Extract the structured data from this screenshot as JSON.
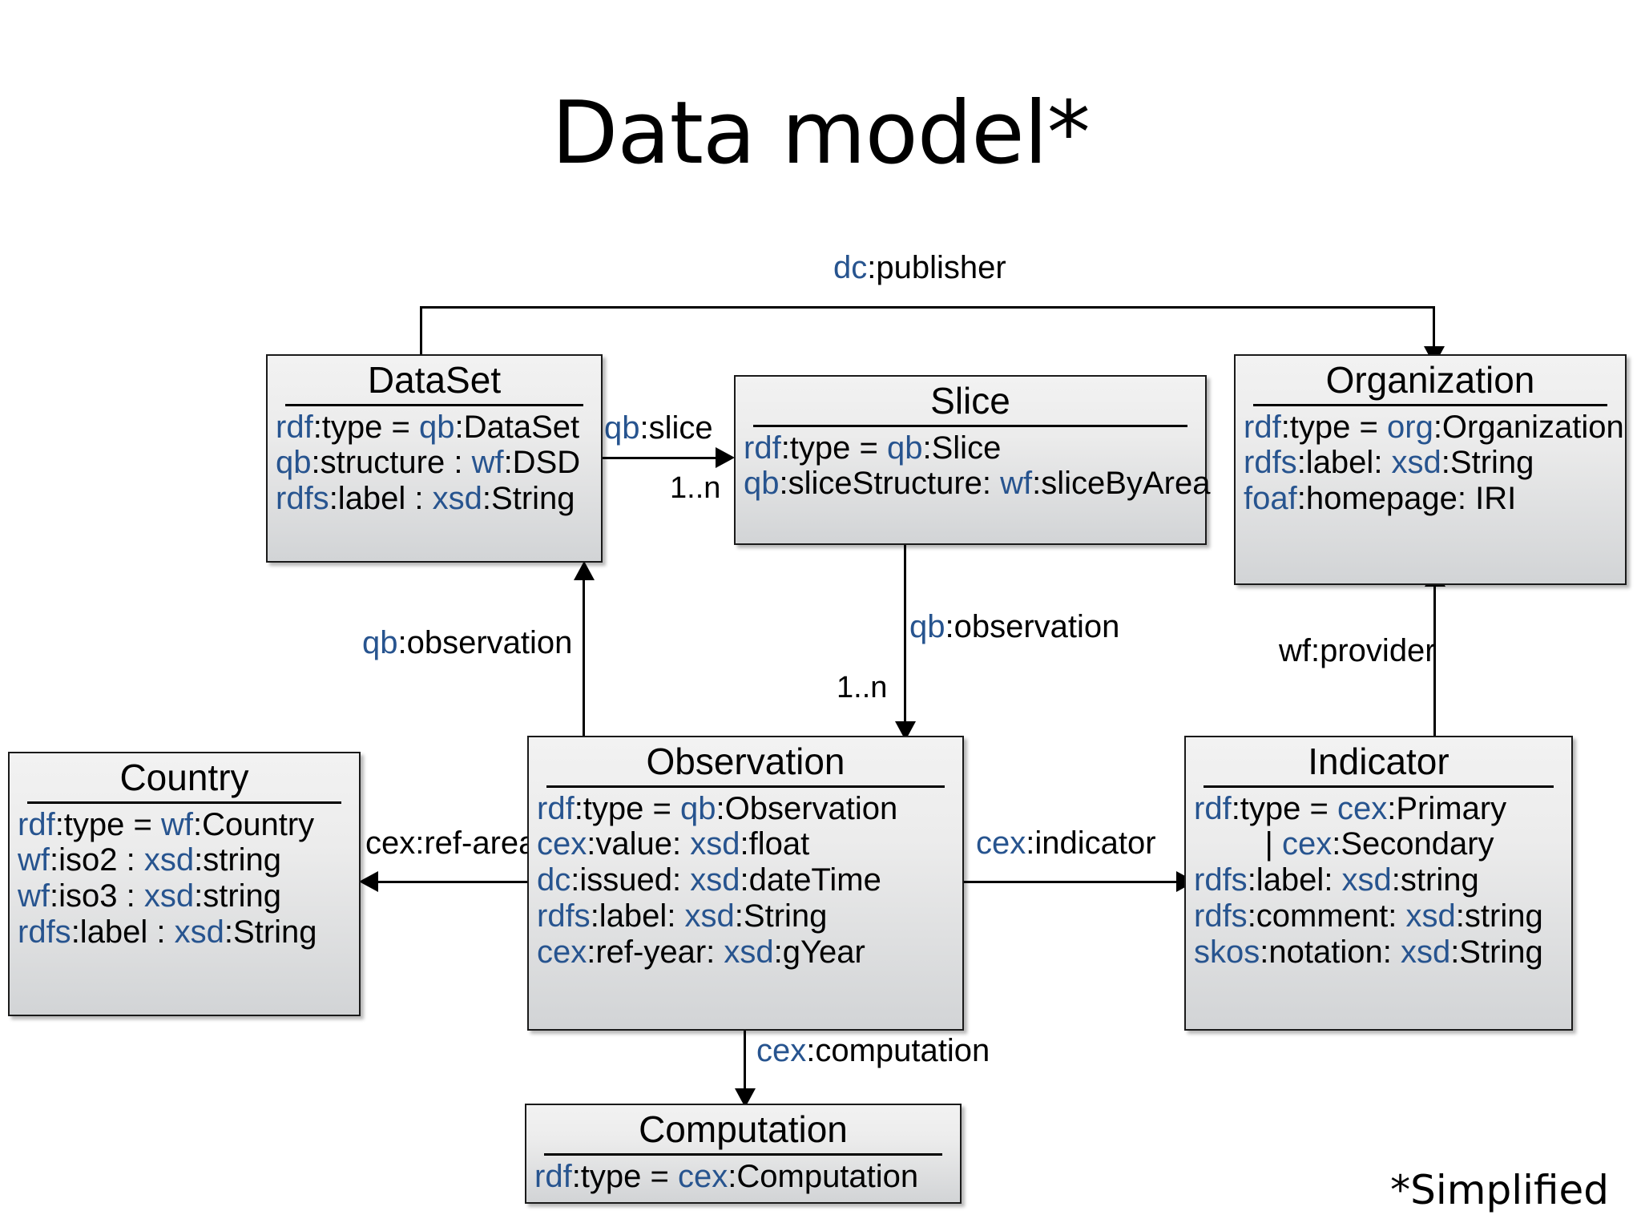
{
  "slide": {
    "title": "Data model*",
    "footnote": "*Simplified"
  },
  "classes": {
    "dataset": {
      "name": "DataSet",
      "attrs": [
        {
          "pfx": "rdf",
          "rest": ":type = ",
          "pfx2": "qb",
          "rest2": ":DataSet",
          "text": "rdf:type = qb:DataSet"
        },
        {
          "pfx": "qb",
          "rest": ":structure : ",
          "pfx2": "wf",
          "rest2": ":DSD",
          "text": "qb:structure : wf:DSD"
        },
        {
          "pfx": "rdfs",
          "rest": ":label : ",
          "pfx2": "xsd",
          "rest2": ":String",
          "text": "rdfs:label : xsd:String"
        }
      ]
    },
    "slice": {
      "name": "Slice",
      "attrs": [
        {
          "pfx": "rdf",
          "rest": ":type = ",
          "pfx2": "qb",
          "rest2": ":Slice",
          "text": "rdf:type = qb:Slice"
        },
        {
          "pfx": "qb",
          "rest": ":sliceStructure: ",
          "pfx2": "wf",
          "rest2": ":sliceByArea",
          "text": "qb:sliceStructure: wf:sliceByArea"
        }
      ]
    },
    "organization": {
      "name": "Organization",
      "attrs": [
        {
          "pfx": "rdf",
          "rest": ":type = ",
          "pfx2": "org",
          "rest2": ":Organization",
          "text": "rdf:type = org:Organization"
        },
        {
          "pfx": "rdfs",
          "rest": ":label: ",
          "pfx2": "xsd",
          "rest2": ":String",
          "text": "rdfs:label: xsd:String"
        },
        {
          "pfx": "foaf",
          "rest": ":homepage: IRI",
          "pfx2": "",
          "rest2": "",
          "text": "foaf:homepage: IRI"
        }
      ]
    },
    "country": {
      "name": "Country",
      "attrs": [
        {
          "pfx": "rdf",
          "rest": ":type = ",
          "pfx2": "wf",
          "rest2": ":Country",
          "text": "rdf:type = wf:Country"
        },
        {
          "pfx": "wf",
          "rest": ":iso2 : ",
          "pfx2": "xsd",
          "rest2": ":string",
          "text": "wf:iso2 : xsd:string"
        },
        {
          "pfx": "wf",
          "rest": ":iso3 : ",
          "pfx2": "xsd",
          "rest2": ":string",
          "text": "wf:iso3 : xsd:string"
        },
        {
          "pfx": "rdfs",
          "rest": ":label : ",
          "pfx2": "xsd",
          "rest2": ":String",
          "text": "rdfs:label : xsd:String"
        }
      ]
    },
    "observation": {
      "name": "Observation",
      "attrs": [
        {
          "pfx": "rdf",
          "rest": ":type = ",
          "pfx2": "qb",
          "rest2": ":Observation",
          "text": "rdf:type = qb:Observation"
        },
        {
          "pfx": "cex",
          "rest": ":value: ",
          "pfx2": "xsd",
          "rest2": ":float",
          "text": "cex:value: xsd:float"
        },
        {
          "pfx": "dc",
          "rest": ":issued: ",
          "pfx2": "xsd",
          "rest2": ":dateTime",
          "text": "dc:issued: xsd:dateTime"
        },
        {
          "pfx": "rdfs",
          "rest": ":label: ",
          "pfx2": "xsd",
          "rest2": ":String",
          "text": "rdfs:label: xsd:String"
        },
        {
          "pfx": "cex",
          "rest": ":ref-year: ",
          "pfx2": "xsd",
          "rest2": ":gYear",
          "text": "cex:ref-year: xsd:gYear"
        }
      ]
    },
    "indicator": {
      "name": "Indicator",
      "attrs": [
        {
          "pfx": "rdf",
          "rest": ":type = ",
          "pfx2": "cex",
          "rest2": ":Primary",
          "text": "rdf:type = cex:Primary"
        },
        {
          "pfx": "",
          "rest": "| ",
          "pfx2": "cex",
          "rest2": ":Secondary",
          "text": "| cex:Secondary"
        },
        {
          "pfx": "rdfs",
          "rest": ":label: ",
          "pfx2": "xsd",
          "rest2": ":string",
          "text": "rdfs:label: xsd:string"
        },
        {
          "pfx": "rdfs",
          "rest": ":comment: ",
          "pfx2": "xsd",
          "rest2": ":string",
          "text": "rdfs:comment: xsd:string"
        },
        {
          "pfx": "skos",
          "rest": ":notation: ",
          "pfx2": "xsd",
          "rest2": ":String",
          "text": "skos:notation: xsd:String"
        }
      ]
    },
    "computation": {
      "name": "Computation",
      "attrs": [
        {
          "pfx": "rdf",
          "rest": ":type = ",
          "pfx2": "cex",
          "rest2": ":Computation",
          "text": "rdf:type = cex:Computation"
        }
      ]
    }
  },
  "edges": {
    "publisher": {
      "pfx": "dc",
      "rest": ":publisher",
      "text": "dc:publisher",
      "from": "DataSet",
      "to": "Organization"
    },
    "slice": {
      "pfx": "qb",
      "rest": ":slice",
      "text": "qb:slice",
      "cardinality": "1..n",
      "from": "DataSet",
      "to": "Slice"
    },
    "ds_observation": {
      "pfx": "qb",
      "rest": ":observation",
      "text": "qb:observation",
      "cardinality": "",
      "from": "Observation",
      "to": "DataSet"
    },
    "slice_observation": {
      "pfx": "qb",
      "rest": ":observation",
      "text": "qb:observation",
      "cardinality": "1..n",
      "from": "Slice",
      "to": "Observation"
    },
    "provider": {
      "pfx": "",
      "rest": "wf:provider",
      "text": "wf:provider",
      "from": "Indicator",
      "to": "Organization"
    },
    "ref_area": {
      "pfx": "",
      "rest": "cex:ref-area",
      "text": "cex:ref-area",
      "from": "Observation",
      "to": "Country"
    },
    "indicator": {
      "pfx": "cex",
      "rest": ":indicator",
      "text": "cex:indicator",
      "from": "Observation",
      "to": "Indicator"
    },
    "computation": {
      "pfx": "cex",
      "rest": ":computation",
      "text": "cex:computation",
      "from": "Observation",
      "to": "Computation"
    }
  },
  "colors": {
    "prefix_blue": "#27548f",
    "text_black": "#000000",
    "box_fill_top": "#f2f2f2",
    "box_fill_bottom": "#d2d4d6",
    "box_border": "#1a1a1a",
    "background": "#ffffff"
  }
}
